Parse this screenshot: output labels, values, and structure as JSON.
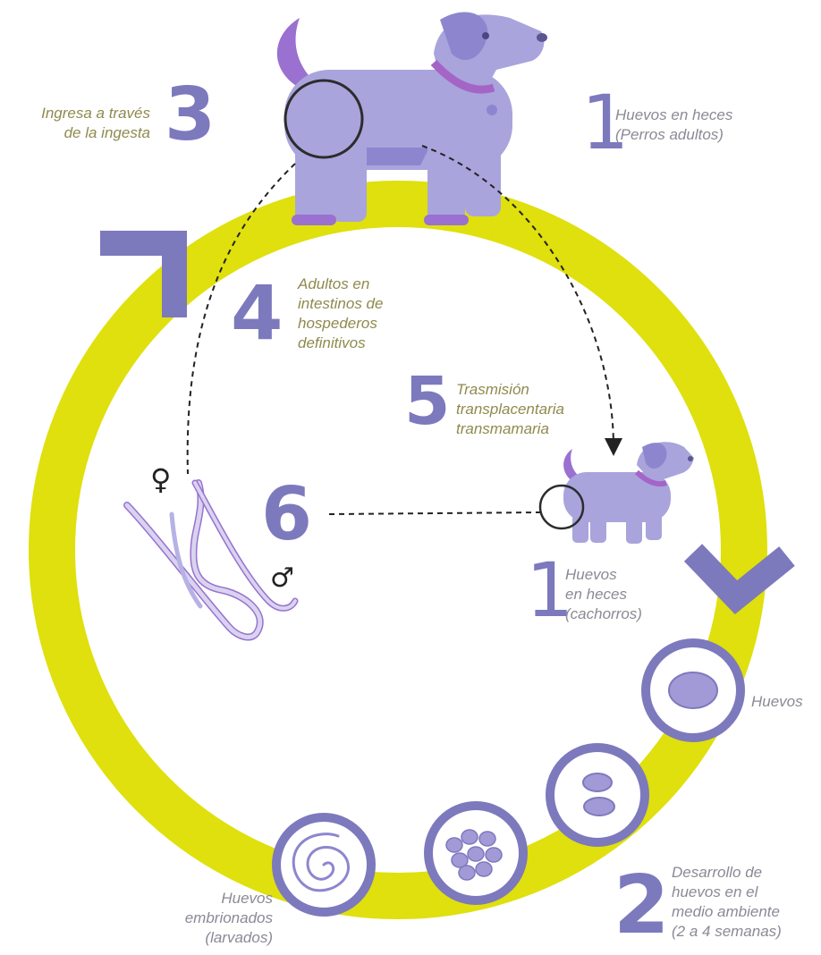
{
  "colors": {
    "ring": "#dfe00d",
    "accent": "#7d79bd",
    "dog_body": "#a9a4dc",
    "dog_dark": "#8d86cf",
    "collar": "#a465c7",
    "egg_fill": "#a29ad6",
    "text_olive": "#8f8a4e",
    "text_grey": "#8a8a96"
  },
  "steps": {
    "s1_top": {
      "number": "1",
      "label": "Huevos en heces\n(Perros adultos)"
    },
    "s1_puppy": {
      "number": "1",
      "label": "Huevos\nen heces\n(cachorros)"
    },
    "s2": {
      "number": "2",
      "label": "Desarrollo de\nhuevos en el\nmedio ambiente\n(2 a 4 semanas)"
    },
    "s3": {
      "number": "3",
      "label": "Ingresa a través\nde la ingesta"
    },
    "s4": {
      "number": "4",
      "label": "Adultos en\nintestinos de\nhospederos\ndefinitivos"
    },
    "s5": {
      "number": "5",
      "label": "Trasmisión\ntransplacentaria\ntransmamaria"
    },
    "s6": {
      "number": "6"
    }
  },
  "eggs": {
    "huevos": "Huevos",
    "embrionados": "Huevos\nembrionados\n(larvados)"
  },
  "symbols": {
    "female": "♀",
    "male": "♂"
  }
}
